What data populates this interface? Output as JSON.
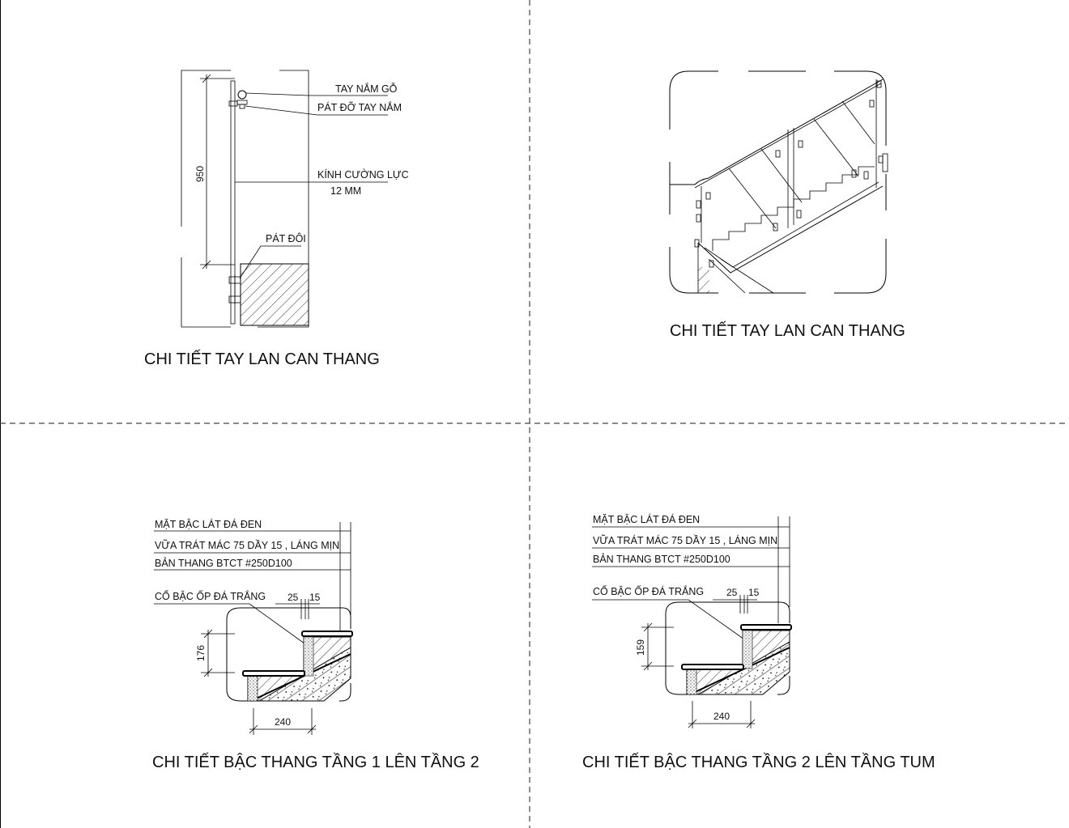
{
  "panels": {
    "railing_section": {
      "title": "CHI TIẾT TAY LAN CAN THANG",
      "labels": {
        "handrail": "TAY NẮM GỖ",
        "handrail_bracket": "PÁT ĐỠ TAY NẮM",
        "glass_line1": "KÍNH CƯỜNG LỰC",
        "glass_line2": "12 MM",
        "double_bracket": "PÁT ĐÔI"
      },
      "dimension": "950"
    },
    "railing_view": {
      "title": "CHI TIẾT TAY LAN CAN THANG"
    },
    "step_floor1": {
      "title": "CHI TIẾT BẬC THANG TẦNG 1 LÊN TẦNG 2",
      "layers": [
        "MẶT BẬC LÁT ĐÁ ĐEN",
        "VỮA TRÁT MÁC 75 DẦY 15 , LÁNG MỊN",
        "BẢN THANG BTCT #250D100"
      ],
      "riser_label": "CỔ BẬC ỐP ĐÁ TRẮNG",
      "dim_a": "25",
      "dim_b": "15",
      "riser_height": "176",
      "tread_width": "240"
    },
    "step_floor2": {
      "title": "CHI TIẾT BẬC THANG TẦNG 2 LÊN TẦNG TUM",
      "layers": [
        "MẶT BẬC LÁT ĐÁ ĐEN",
        "VỮA TRÁT MÁC 75 DẦY 15 , LÁNG MỊN",
        "BẢN THANG BTCT #250D100"
      ],
      "riser_label": "CỔ BẬC ỐP ĐÁ TRẮNG",
      "dim_a": "25",
      "dim_b": "15",
      "riser_height": "159",
      "tread_width": "240"
    }
  }
}
